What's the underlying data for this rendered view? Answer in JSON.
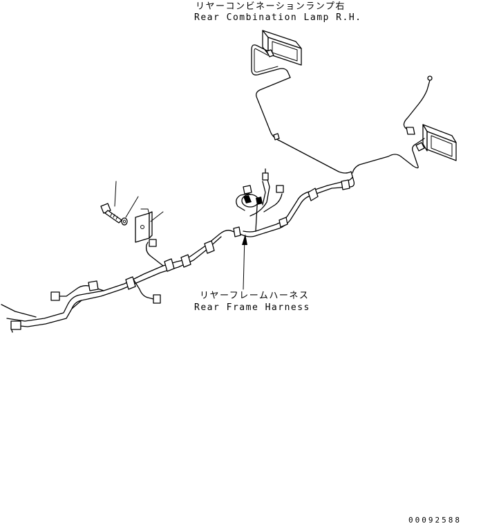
{
  "labels": {
    "lamp_jp": "リヤーコンビネーションランプ右",
    "lamp_en": "Rear Combination Lamp R.H.",
    "harness_jp": "リヤーフレームハーネス",
    "harness_en": "Rear Frame Harness"
  },
  "drawing_number": "00092588",
  "colors": {
    "line": "#000000",
    "background": "#ffffff"
  }
}
